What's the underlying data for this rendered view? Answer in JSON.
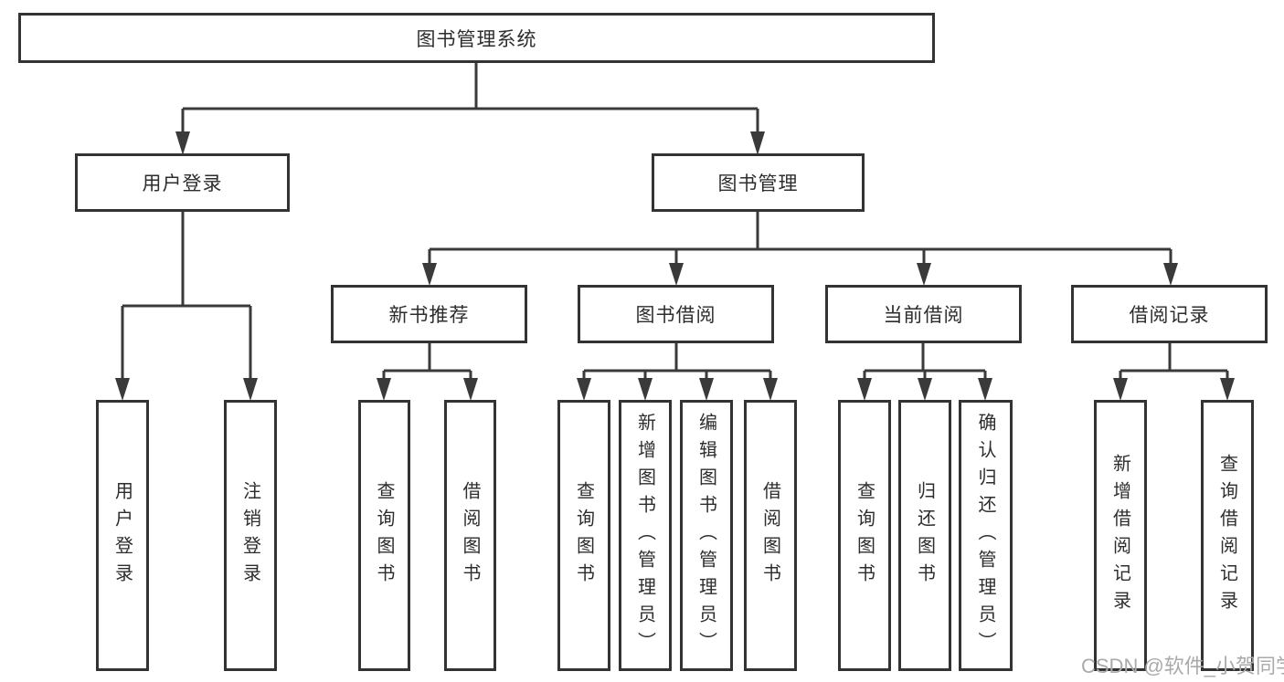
{
  "diagram": {
    "type": "function-decomposition-tree",
    "colors": {
      "ink": "#333333",
      "watermark": "#aaaaaa"
    },
    "watermark": "CSDN @软件_小贺同学",
    "root": {
      "label": "图书管理系统"
    },
    "branches": [
      {
        "label": "用户登录",
        "children": [
          {
            "label": "用户登录"
          },
          {
            "label": "注销登录"
          }
        ]
      },
      {
        "label": "图书管理",
        "children": [
          {
            "label": "新书推荐",
            "children": [
              {
                "label": "查询图书"
              },
              {
                "label": "借阅图书"
              }
            ]
          },
          {
            "label": "图书借阅",
            "children": [
              {
                "label": "查询图书"
              },
              {
                "label": "新增图书（管理员）"
              },
              {
                "label": "编辑图书（管理员）"
              },
              {
                "label": "借阅图书"
              }
            ]
          },
          {
            "label": "当前借阅",
            "children": [
              {
                "label": "查询图书"
              },
              {
                "label": "归还图书"
              },
              {
                "label": "确认归还（管理员）"
              }
            ]
          },
          {
            "label": "借阅记录",
            "children": [
              {
                "label": "新增借阅记录"
              },
              {
                "label": "查询借阅记录"
              }
            ]
          }
        ]
      }
    ]
  }
}
